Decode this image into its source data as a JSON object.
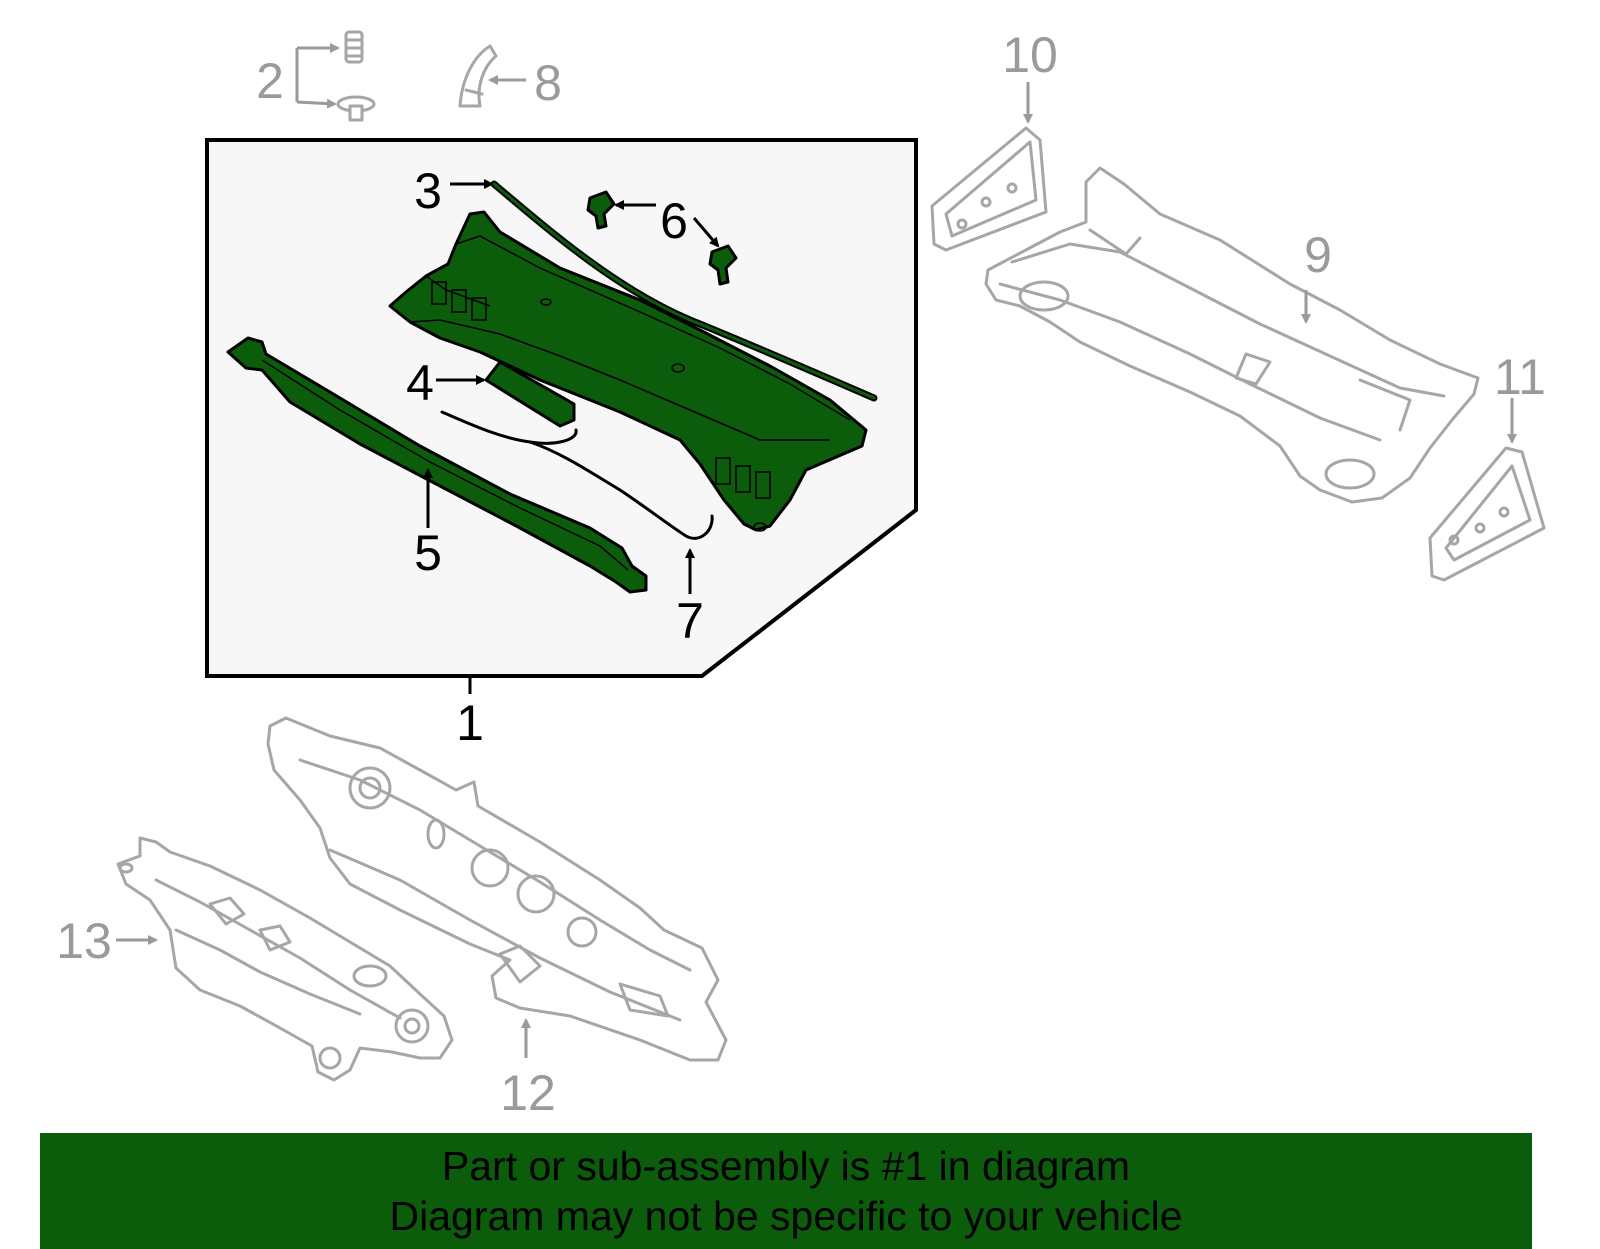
{
  "callouts": [
    {
      "id": "1",
      "label": "1"
    },
    {
      "id": "2",
      "label": "2"
    },
    {
      "id": "3",
      "label": "3"
    },
    {
      "id": "4",
      "label": "4"
    },
    {
      "id": "5",
      "label": "5"
    },
    {
      "id": "6",
      "label": "6"
    },
    {
      "id": "7",
      "label": "7"
    },
    {
      "id": "8",
      "label": "8"
    },
    {
      "id": "9",
      "label": "9"
    },
    {
      "id": "10",
      "label": "10"
    },
    {
      "id": "11",
      "label": "11"
    },
    {
      "id": "12",
      "label": "12"
    },
    {
      "id": "13",
      "label": "13"
    }
  ],
  "colors": {
    "highlight": "#0b5d0b",
    "ghost": "#a6a6a6",
    "box_bg": "#f7f7f7"
  },
  "banner": {
    "line1": "Part or sub-assembly is #1 in diagram",
    "line2": "Diagram may not be specific to your vehicle"
  }
}
